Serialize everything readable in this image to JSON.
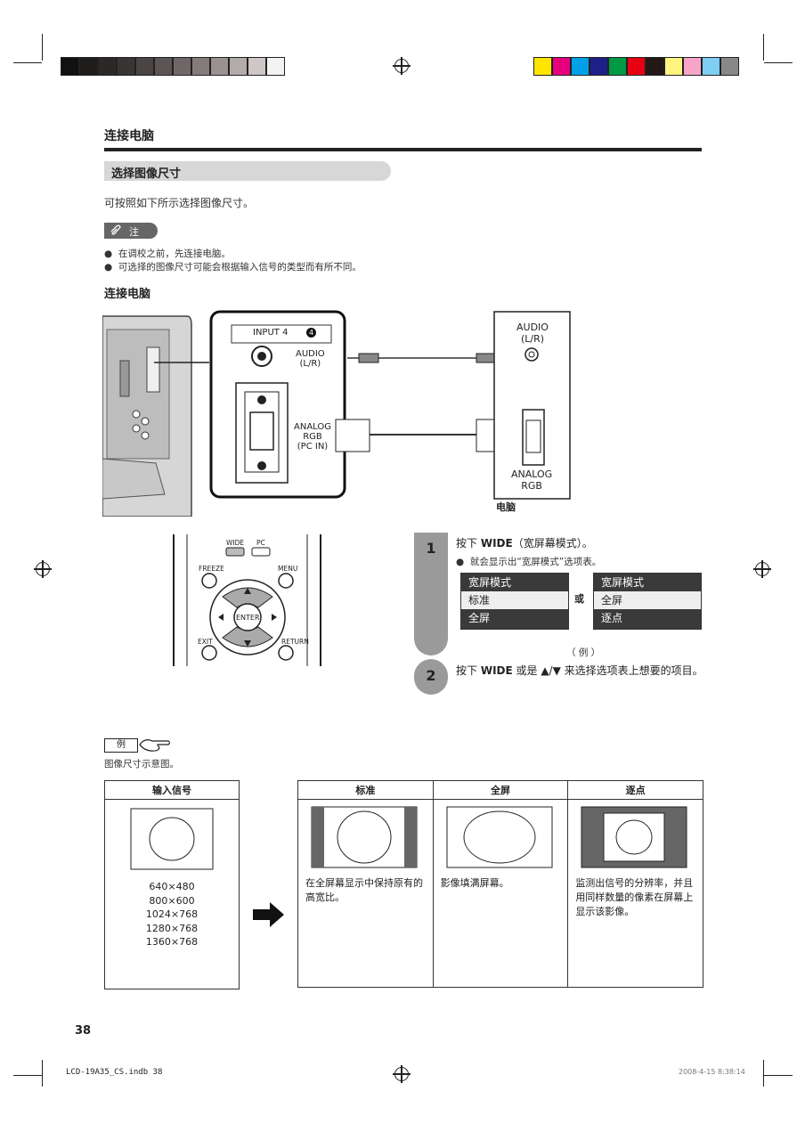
{
  "page": {
    "section_title": "连接电脑",
    "subsection_title": "选择图像尺寸",
    "intro": "可按照如下所示选择图像尺寸。",
    "note_label": "注",
    "notes": [
      "在调校之前，先连接电脑。",
      "可选择的图像尺寸可能会根据输入信号的类型而有所不同。"
    ],
    "connect_title": "连接电脑",
    "page_number": "38",
    "footer_file": "LCD-19A35_CS.indb   38",
    "footer_date": "2008-4-15   8:38:14"
  },
  "diagram": {
    "input4": "INPUT 4",
    "input4_badge": "4",
    "audio_lr": "AUDIO\n(L/R)",
    "analog_rgb_pc": "ANALOG\nRGB\n(PC IN)",
    "pc_audio": "AUDIO\n(L/R)",
    "pc_analog": "ANALOG\nRGB",
    "pc_label": "电脑"
  },
  "remote": {
    "wide": "WIDE",
    "pc": "PC",
    "freeze": "FREEZE",
    "menu": "MENU",
    "enter": "ENTER",
    "exit": "EXIT",
    "return": "RETURN"
  },
  "steps": {
    "step1_num": "1",
    "step1_pre": "按下 ",
    "step1_bold": "WIDE",
    "step1_post": "（宽屏幕模式）。",
    "step1_bullet": "就会显示出“宽屏模式”选项表。",
    "menu_title": "宽屏模式",
    "menu1_items": [
      "标准",
      "全屏"
    ],
    "menu2_items": [
      "全屏",
      "逐点"
    ],
    "or": "或",
    "example_caption": "（ 例 ）",
    "step2_num": "2",
    "step2_pre": "按下 ",
    "step2_bold": "WIDE",
    "step2_post": " 或是 ▲/▼ 来选择选项表上想要的项目。"
  },
  "example": {
    "tag": "例",
    "caption": "图像尺寸示意图。",
    "input_header": "输入信号",
    "resolutions": [
      "640×480",
      "800×600",
      "1024×768",
      "1280×768",
      "1360×768"
    ],
    "modes": [
      {
        "name": "标准",
        "desc": "在全屏幕显示中保持原有的高宽比。"
      },
      {
        "name": "全屏",
        "desc": "影像填满屏幕。"
      },
      {
        "name": "逐点",
        "desc": "监测出信号的分辨率，并且用同样数量的像素在屏幕上显示该影像。"
      }
    ]
  },
  "colors": {
    "grays": [
      "#111111",
      "#1f1c1c",
      "#2c2828",
      "#3a3535",
      "#4a4444",
      "#5c5555",
      "#6f6767",
      "#847b7b",
      "#9a9191",
      "#b3aaaa",
      "#cfc7c7",
      "#f5f2f2"
    ],
    "process": [
      "#ffe600",
      "#e6007e",
      "#00a0e9",
      "#1d2088",
      "#009944",
      "#e60012",
      "#231815",
      "#fff47f",
      "#f6a5c9",
      "#7ecef4",
      "#888888"
    ]
  }
}
